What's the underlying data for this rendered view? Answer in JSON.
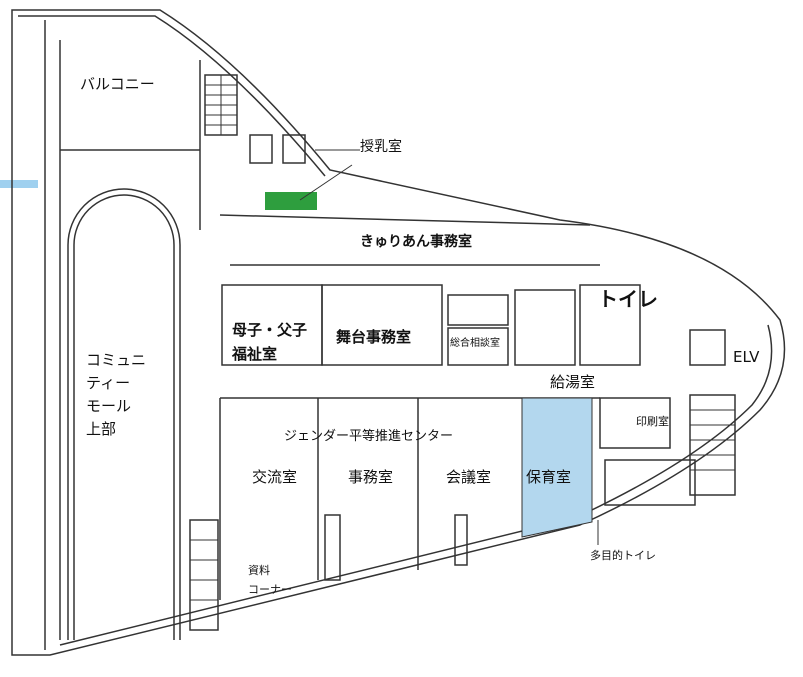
{
  "title": "Floor plan",
  "colors": {
    "nursing_room": "#2e9e3e",
    "childcare_room": "#b3d7ee",
    "accent_bar": "#9fd0ef",
    "walls": "#333333"
  },
  "rooms": {
    "balcony": "バルコニー",
    "nursing": "授乳室",
    "kyurian_office": "きゅりあん事務室",
    "toilet": "トイレ",
    "welfare_line1": "母子・父子",
    "welfare_line2": "福祉室",
    "stage_office": "舞台事務室",
    "consultation": "総合相談室",
    "elevator": "ELV",
    "kitchenette": "給湯室",
    "community_line1": "コミュニ",
    "community_line2": "ティー",
    "community_line3": "モール",
    "community_line4": "上部",
    "gender_center": "ジェンダー平等推進センター",
    "print_room": "印刷室",
    "exchange_room": "交流室",
    "office": "事務室",
    "meeting_room": "会議室",
    "childcare": "保育室",
    "multipurpose_toilet": "多目的トイレ",
    "materials_line1": "資料",
    "materials_line2": "コーナー"
  }
}
